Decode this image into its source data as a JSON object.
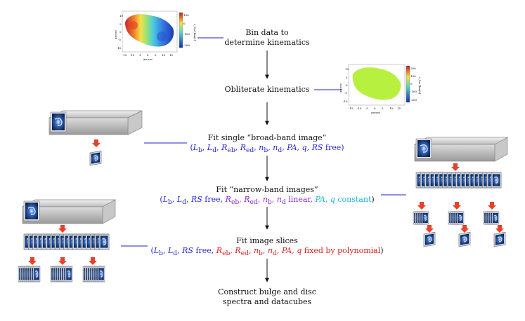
{
  "steps": {
    "bin": {
      "line1": "Bin data to",
      "line2": "determine kinematics"
    },
    "obliterate": {
      "text": "Obliterate kinematics"
    },
    "broad": {
      "title": "Fit single “broad-band image”"
    },
    "narrow": {
      "title": "Fit “narrow-band images”"
    },
    "slices": {
      "title": "Fit image slices"
    },
    "construct": {
      "line1": "Construct bulge and disc",
      "line2": "spectra and datacubes"
    }
  },
  "params": {
    "broad": {
      "pre": "(",
      "Lb": "L",
      "Lb_sub": "b",
      "Ld": "L",
      "Ld_sub": "d",
      "Reb": "R",
      "Reb_sub": "eb",
      "Red": "R",
      "Red_sub": "ed",
      "nb": "n",
      "nb_sub": "b",
      "nd": "n",
      "nd_sub": "d",
      "PA": "PA",
      "q": "q",
      "RS": "RS",
      "suffix": " free)"
    },
    "narrow": {
      "blue_part": "(L_b, L_d, RS free,",
      "purple_part": "R_eb, R_ed, n_b, n_d linear,",
      "cyan_part": "PA, q constant",
      "end": ")"
    },
    "slices": {
      "blue_part": "(L_b, L_d, RS free,",
      "red_part": "R_eb, R_ed, n_b, n_d, PA, q fixed by polynomial",
      "end": ")"
    }
  },
  "maps": {
    "velocity": {
      "colorbar_ticks": [
        "100",
        "0",
        "-100",
        "-200"
      ],
      "colorbar_label": "v_los [km/s]",
      "x_ticks": [
        "-15",
        "-10",
        "-5",
        "0",
        "5",
        "10",
        "15"
      ],
      "y_ticks": [
        "10",
        "5",
        "0",
        "-5",
        "-10"
      ],
      "xlabel": "arcsec",
      "ylabel": "arcsec"
    },
    "flat": {
      "colorbar_ticks": [
        "200",
        "100",
        "0",
        "-100",
        "-200"
      ],
      "colorbar_label": "v_los [km/s]",
      "x_ticks": [
        "-15",
        "-10",
        "-5",
        "0",
        "5",
        "10",
        "15"
      ],
      "y_ticks": [
        "10",
        "5",
        "0",
        "-5",
        "-10"
      ],
      "xlabel": "arcsec",
      "ylabel": "arcsec"
    }
  },
  "colors": {
    "blue": "#2a2ad8",
    "purple": "#8a2ad0",
    "cyan": "#22b4d8",
    "red": "#e02020",
    "connector": "#1f1fd0",
    "flat_map": "#b8f040"
  },
  "icons": [
    "datacube-icon",
    "galaxy-image-icon",
    "red-arrow-icon"
  ]
}
